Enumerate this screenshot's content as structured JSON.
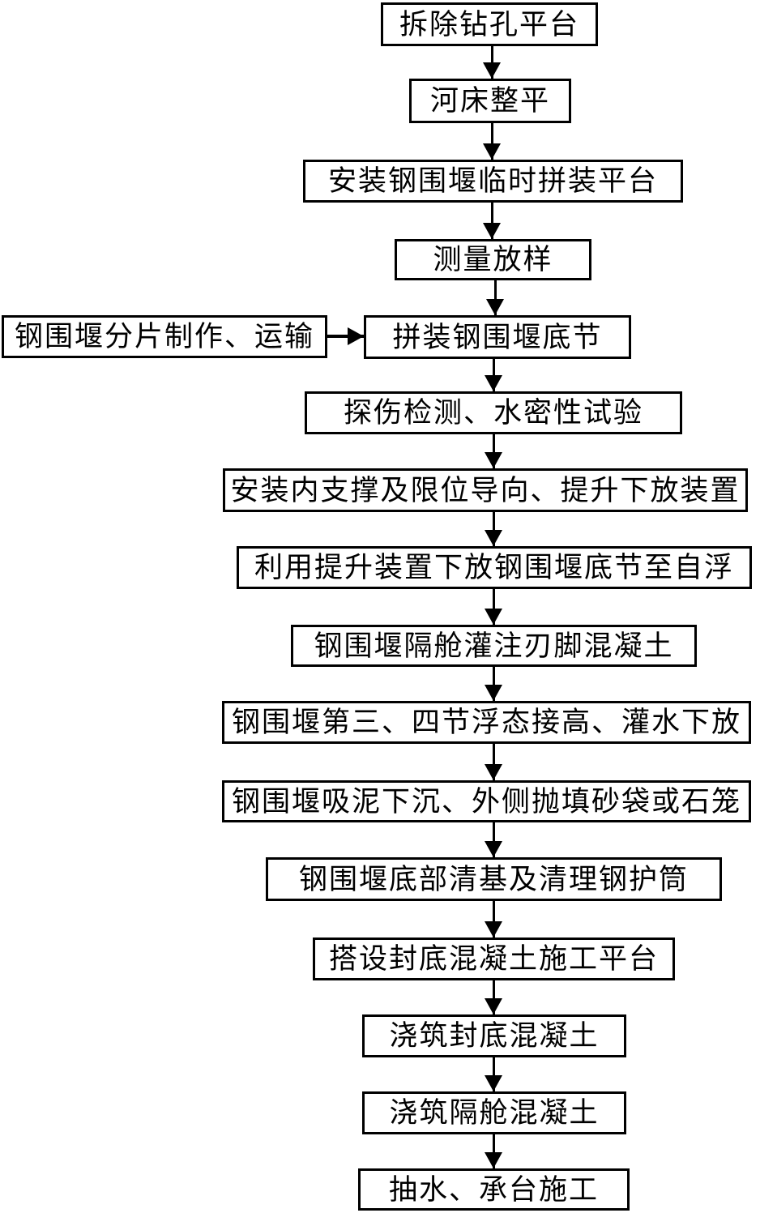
{
  "diagram": {
    "type": "flowchart",
    "orientation": "top-down",
    "colors": {
      "background": "#ffffff",
      "box_fill": "#ffffff",
      "box_border": "#000000",
      "text": "#000000",
      "arrow": "#000000"
    },
    "steps": [
      {
        "label": "拆除钻孔平台"
      },
      {
        "label": "河床整平"
      },
      {
        "label": "安装钢围堰临时拼装平台"
      },
      {
        "label": "测量放样"
      },
      {
        "label": "拼装钢围堰底节"
      },
      {
        "label": "探伤检测、水密性试验"
      },
      {
        "label": "安装内支撑及限位导向、提升下放装置"
      },
      {
        "label": "利用提升装置下放钢围堰底节至自浮"
      },
      {
        "label": "钢围堰隔舱灌注刃脚混凝土"
      },
      {
        "label": "钢围堰第三、四节浮态接高、灌水下放"
      },
      {
        "label": "钢围堰吸泥下沉、外侧抛填砂袋或石笼"
      },
      {
        "label": "钢围堰底部清基及清理钢护筒"
      },
      {
        "label": "搭设封底混凝土施工平台"
      },
      {
        "label": "浇筑封底混凝土"
      },
      {
        "label": "浇筑隔舱混凝土"
      },
      {
        "label": "抽水、承台施工"
      }
    ],
    "side_input": {
      "label": "钢围堰分片制作、运输",
      "target": "拼装钢围堰底节"
    }
  }
}
